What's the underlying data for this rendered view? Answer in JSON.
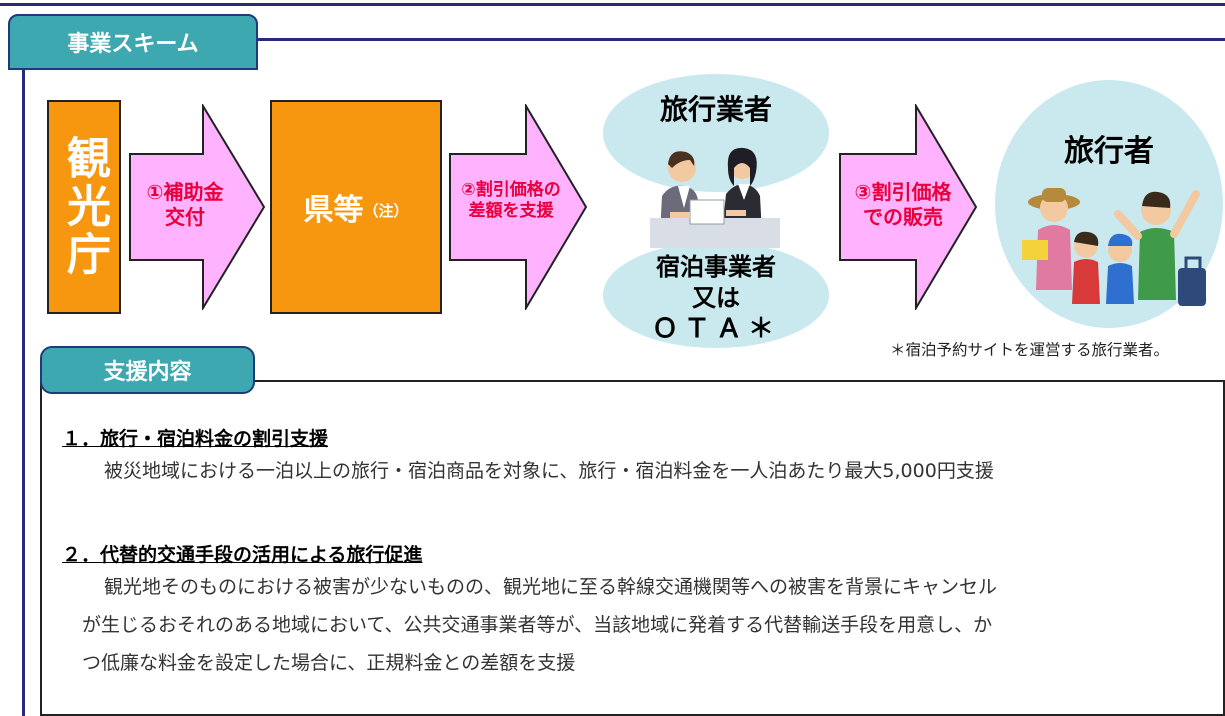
{
  "scheme_tab": "事業スキーム",
  "agency": "観光庁",
  "arrow1": {
    "line1": "①補助金",
    "line2": "交付"
  },
  "prefecture": {
    "main": "県等",
    "note": "（注）"
  },
  "arrow2": {
    "line1": "②割引価格の",
    "line2": "差額を支援"
  },
  "travel_agency": "旅行業者",
  "lodging": {
    "line1": "宿泊事業者",
    "line2": "又は",
    "line3": "ＯＴＡ＊"
  },
  "arrow3": {
    "line1": "③割引価格",
    "line2": "での販売"
  },
  "traveler": "旅行者",
  "ota_note": "＊宿泊予約サイトを運営する旅行業者。",
  "support_tab": "支援内容",
  "items": [
    {
      "heading": "１．旅行・宿泊料金の割引支援",
      "lines": [
        "被災地域における一泊以上の旅行・宿泊商品を対象に、旅行・宿泊料金を一人泊あたり最大5,000円支援"
      ]
    },
    {
      "heading": "２．代替的交通手段の活用による旅行促進",
      "lines": [
        "観光地そのものにおける被害が少ないものの、観光地に至る幹線交通機関等への被害を背景にキャンセル",
        "が生じるおそれのある地域において、公共交通事業者等が、当該地域に発着する代替輸送手段を用意し、か",
        "つ低廉な料金を設定した場合に、正規料金との差額を支援"
      ]
    }
  ],
  "colors": {
    "orange": "#f7960f",
    "arrow_fill": "#ffb3ff",
    "arrow_text": "#e8003c",
    "tab": "#3ea8b0",
    "ellipse": "#c9e9ee",
    "frame": "#2a2a7a"
  }
}
